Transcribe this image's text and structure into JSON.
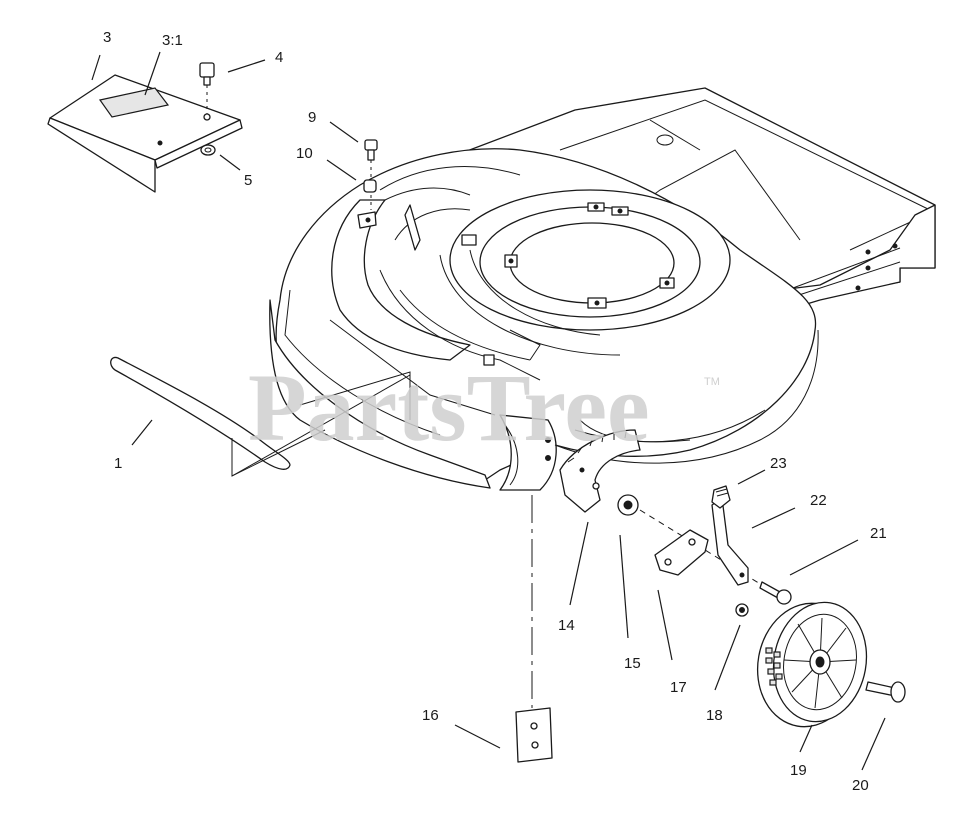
{
  "watermark": {
    "text": "PartsTree",
    "trademark": "TM"
  },
  "callouts": {
    "c1": "1",
    "c3": "3",
    "c3_1": "3:1",
    "c4": "4",
    "c5": "5",
    "c9": "9",
    "c10": "10",
    "c14": "14",
    "c15": "15",
    "c16": "16",
    "c17": "17",
    "c18": "18",
    "c19": "19",
    "c20": "20",
    "c21": "21",
    "c22": "22",
    "c23": "23"
  }
}
